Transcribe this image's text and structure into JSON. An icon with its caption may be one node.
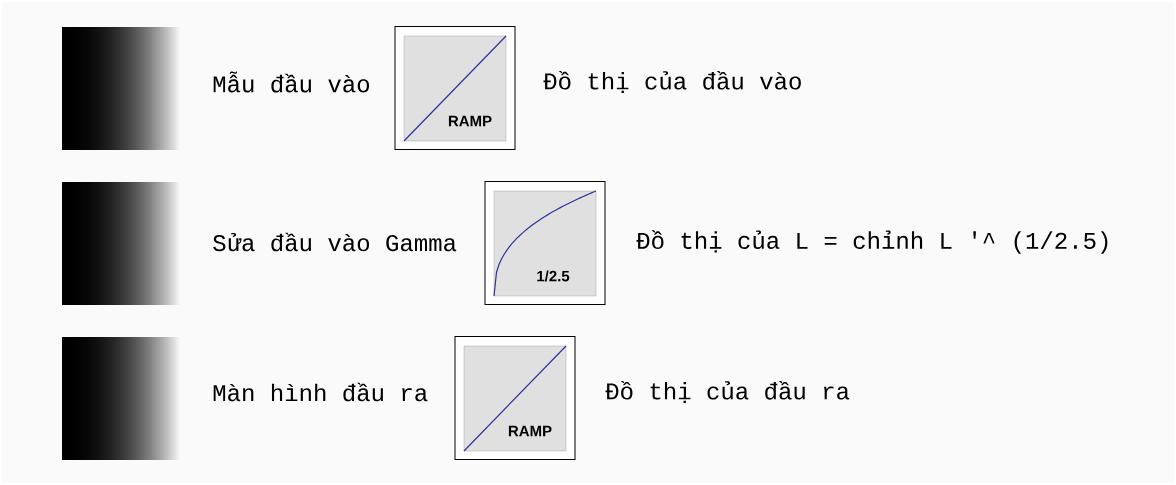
{
  "diagram": {
    "nodes": [
      {
        "text": [
          "RAMP"
        ]
      },
      {
        "text": [
          "1/2.5"
        ]
      },
      {
        "text": [
          "RAMP"
        ]
      }
    ],
    "labels": [
      "Mẫu đầu vào",
      "Đồ thị của đầu vào",
      "Sửa đầu vào Gamma",
      "Đồ thị của L = chỉnh L '^ (1/2.5)",
      "Màn hình đầu ra",
      "Đồ thị của đầu ra"
    ]
  }
}
